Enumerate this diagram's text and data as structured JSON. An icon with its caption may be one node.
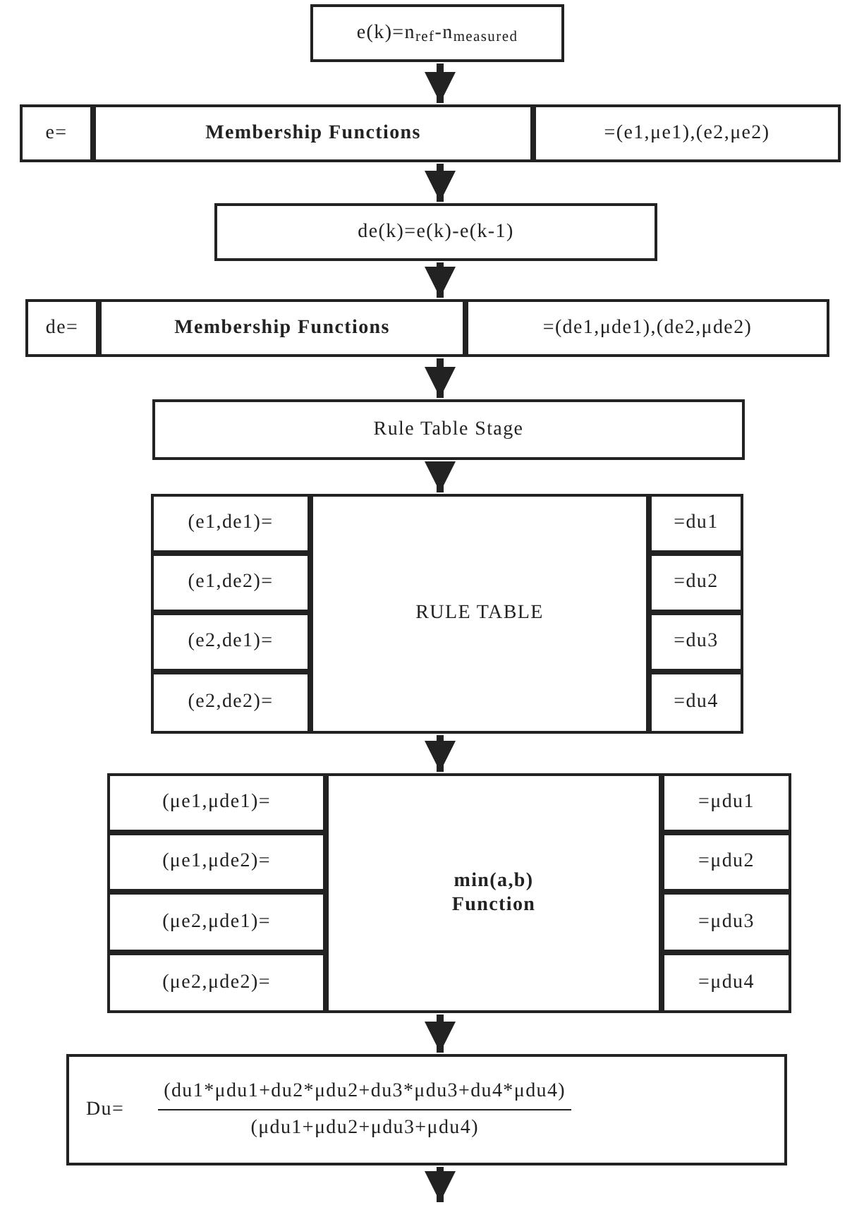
{
  "diagram": {
    "nodes": [
      {
        "text": [
          "e(k)=n$_{ref}$-n$_{measured}$"
        ]
      },
      {
        "text": [
          "e="
        ]
      },
      {
        "text": [
          "Membership Functions"
        ]
      },
      {
        "text": [
          "=(e1,μe1),(e2,μe2)"
        ]
      },
      {
        "text": [
          "de(k)=e(k)-e(k-1)"
        ]
      },
      {
        "text": [
          "de="
        ]
      },
      {
        "text": [
          "Membership Functions"
        ]
      },
      {
        "text": [
          "=(de1,μde1),(de2,μde2)"
        ]
      },
      {
        "text": [
          "Rule Table Stage"
        ]
      },
      {
        "text": [
          "(e1,de1)="
        ]
      },
      {
        "text": [
          "(e1,de2)="
        ]
      },
      {
        "text": [
          "(e2,de1)="
        ]
      },
      {
        "text": [
          "(e2,de2)="
        ]
      },
      {
        "text": [
          "RULE TABLE"
        ]
      },
      {
        "text": [
          "=du1"
        ]
      },
      {
        "text": [
          "=du2"
        ]
      },
      {
        "text": [
          "=du3"
        ]
      },
      {
        "text": [
          "=du4"
        ]
      },
      {
        "text": [
          "(μe1,μde1)="
        ]
      },
      {
        "text": [
          "(μe1,μde2)="
        ]
      },
      {
        "text": [
          "(μe2,μde1)="
        ]
      },
      {
        "text": [
          "(μe2,μde2)="
        ]
      },
      {
        "text": [
          "min(a,b)",
          "Function"
        ]
      },
      {
        "text": [
          "=μdu1"
        ]
      },
      {
        "text": [
          "=μdu2"
        ]
      },
      {
        "text": [
          "=μdu3"
        ]
      },
      {
        "text": [
          "=μdu4"
        ]
      },
      {
        "text": [
          "Du=",
          "(du1*μdu1+du2*μdu2+du3*μdu3+du4*μdu4)",
          "(μdu1+μdu2+μdu3+μdu4)"
        ]
      }
    ],
    "edges": [
      {
        "from": 0,
        "to": 2,
        "arrow": "to"
      },
      {
        "from": 2,
        "to": 4,
        "arrow": "to"
      },
      {
        "from": 4,
        "to": 6,
        "arrow": "to"
      },
      {
        "from": 6,
        "to": 8,
        "arrow": "to"
      },
      {
        "from": 8,
        "to": 13,
        "arrow": "to"
      },
      {
        "from": 13,
        "to": 22,
        "arrow": "to"
      },
      {
        "from": 22,
        "to": 27,
        "arrow": "to"
      },
      {
        "from": 27,
        "to": null,
        "arrow": "to"
      }
    ]
  }
}
